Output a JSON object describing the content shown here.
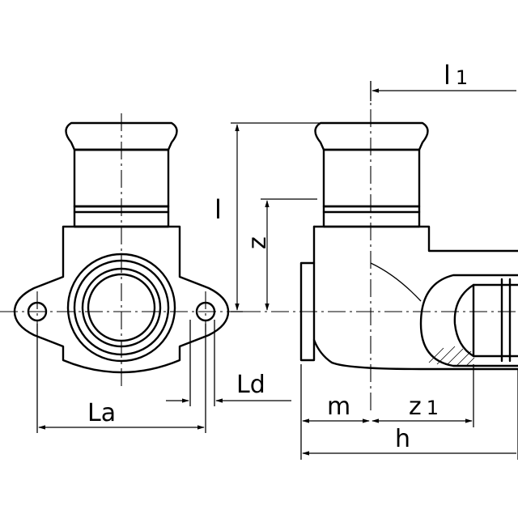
{
  "labels": {
    "l1": "l",
    "l1_sub": "1",
    "l": "l",
    "z": "z",
    "ld": "Ld",
    "la": "La",
    "m": "m",
    "z1": "z",
    "z1_sub": "1",
    "h": "h"
  }
}
